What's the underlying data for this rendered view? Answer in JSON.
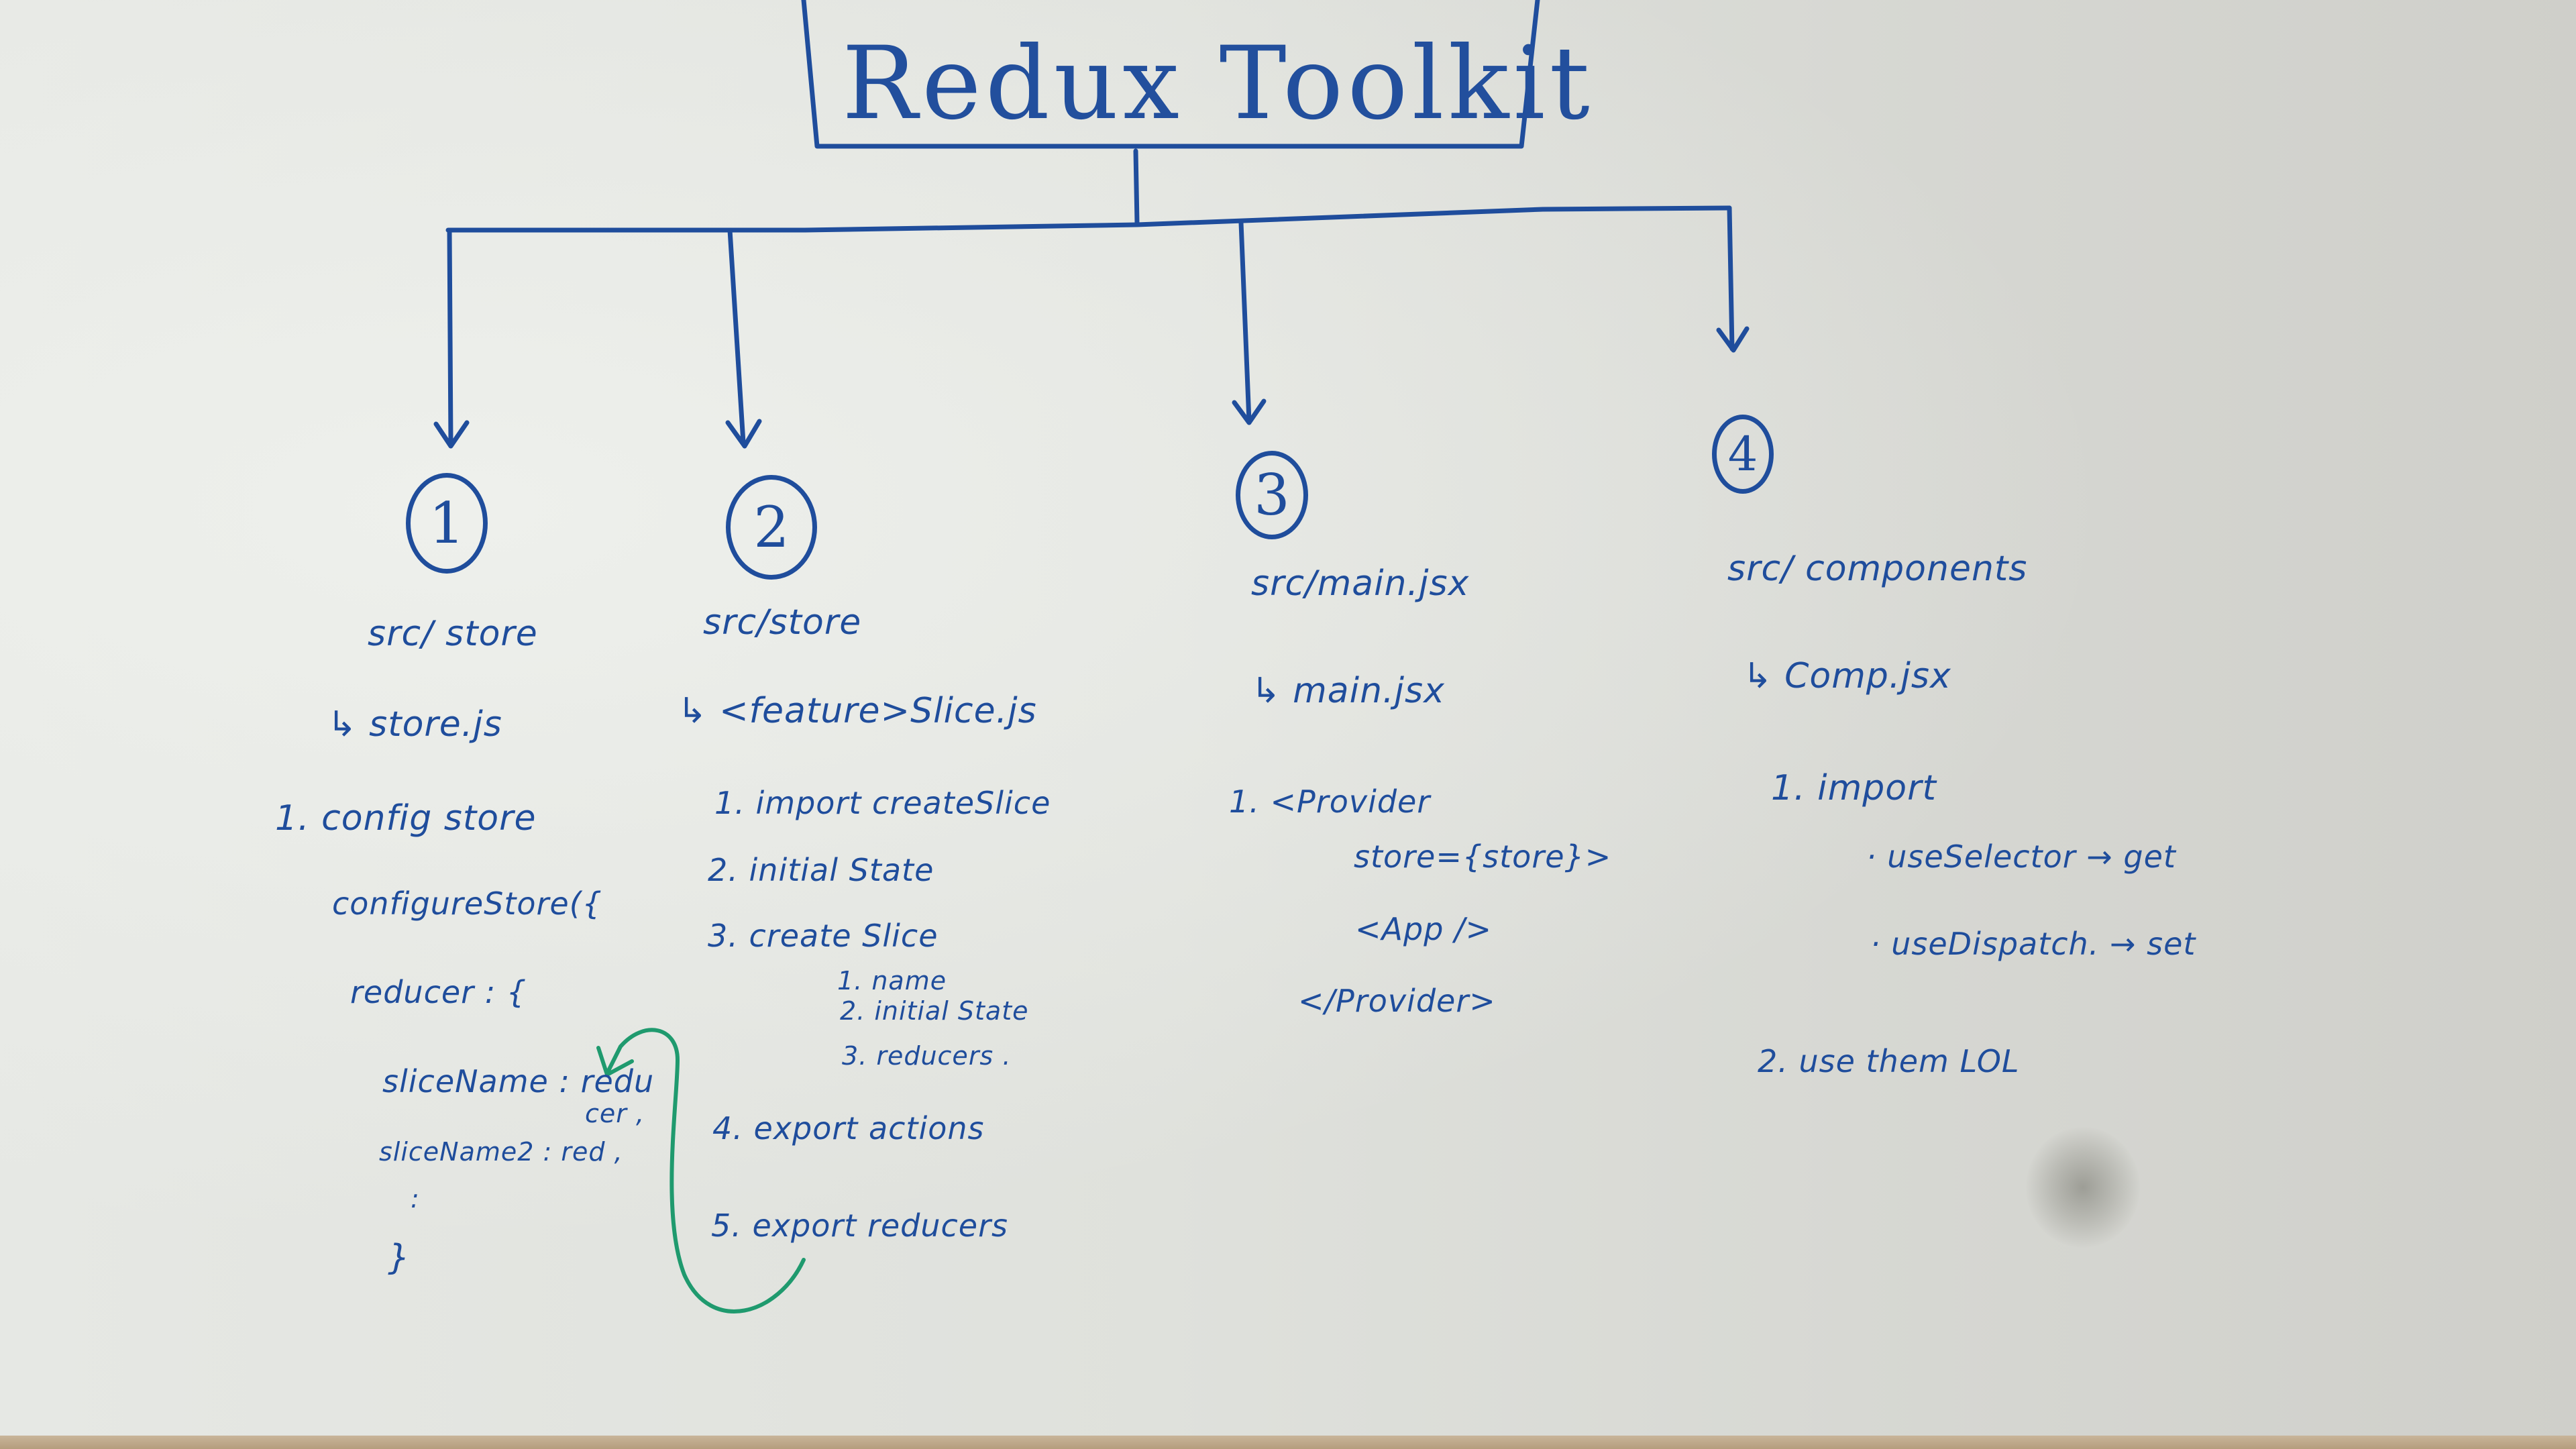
{
  "title": "Redux Toolkit",
  "columns": [
    {
      "number": "1",
      "path": "src/ store",
      "file": "↳ store.js",
      "lines": [
        "1. config store",
        "configureStore({",
        "reducer : {",
        "sliceName : redu",
        "cer ,",
        "sliceName2 : red ,",
        ":",
        "}"
      ]
    },
    {
      "number": "2",
      "path": "src/store",
      "file": "↳ <feature>Slice.js",
      "steps": [
        "1.  import  createSlice",
        "2.  initial State",
        "3.  create Slice",
        "1. name",
        "2. initial State",
        "3. reducers .",
        "4.  export  actions",
        "5.  export  reducers"
      ]
    },
    {
      "number": "3",
      "path": "src/main.jsx",
      "file": "↳ main.jsx",
      "lines": [
        "1. <Provider",
        "store={store}>",
        "<App />",
        "</Provider>"
      ]
    },
    {
      "number": "4",
      "path": "src/ components",
      "file": "↳ Comp.jsx",
      "lines": [
        "1.  import",
        "· useSelector  → get",
        "· useDispatch.  → set",
        "2.  use  them  LOL"
      ]
    }
  ],
  "colors": {
    "marker_blue": "#1f4d9c",
    "marker_green": "#1f9a6e",
    "board": "#e2e4df"
  }
}
